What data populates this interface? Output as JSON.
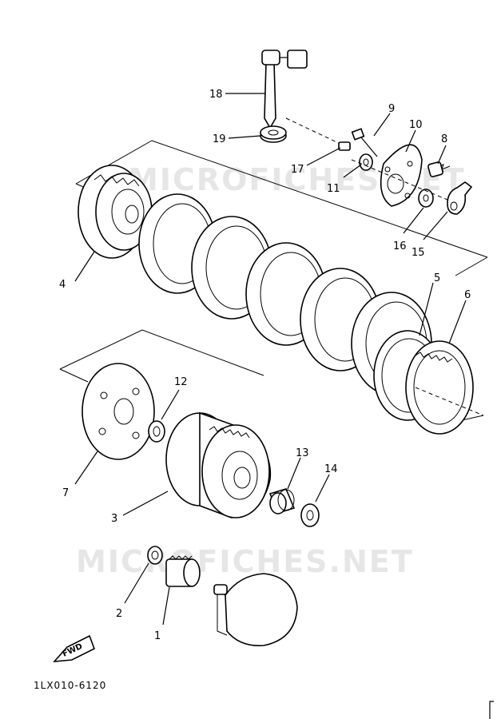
{
  "watermark": "MICROFICHES.NET",
  "diagram_code": "1LX010-6120",
  "fwd_label": "FWD",
  "callouts": [
    "1",
    "2",
    "3",
    "4",
    "5",
    "6",
    "7",
    "8",
    "9",
    "10",
    "11",
    "12",
    "13",
    "14",
    "15",
    "16",
    "17",
    "18",
    "19"
  ],
  "colors": {
    "ink": "#000000",
    "paper": "#ffffff",
    "watermark": "#e6e6e6"
  }
}
